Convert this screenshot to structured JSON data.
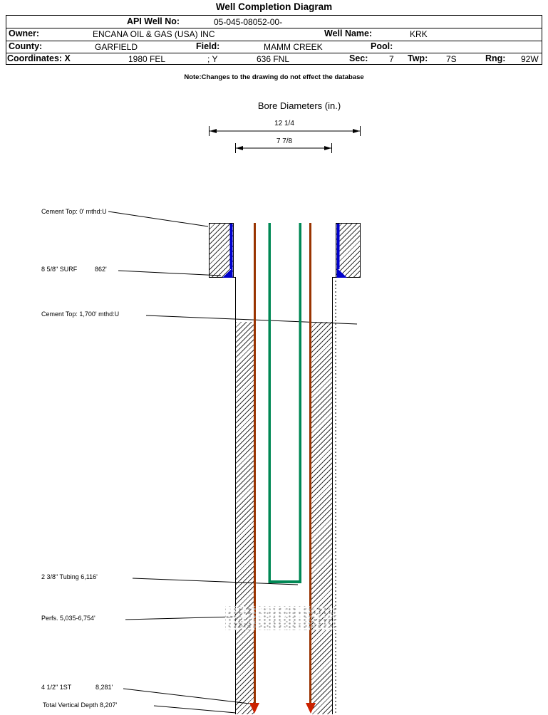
{
  "title": "Well Completion Diagram",
  "header": {
    "api_label": "API Well No:",
    "api_value": "05-045-08052-00-",
    "owner_label": "Owner:",
    "owner_value": "ENCANA OIL & GAS (USA) INC",
    "well_name_label": "Well Name:",
    "well_name_value": "KRK",
    "county_label": "County:",
    "county_value": "GARFIELD",
    "field_label": "Field:",
    "field_value": "MAMM CREEK",
    "pool_label": "Pool:",
    "pool_value": "",
    "coordinates_label": "Coordinates: X",
    "coord_x_value": "1980 FEL",
    "coord_y_label": "; Y",
    "coord_y_value": "636 FNL",
    "sec_label": "Sec:",
    "sec_value": "7",
    "twp_label": "Twp:",
    "twp_value": "7S",
    "rng_label": "Rng:",
    "rng_value": "92W",
    "note": "Note:Changes to the drawing do not effect the database"
  },
  "diagram": {
    "bore_diameters_title": "Bore Diameters (in.)",
    "dim_outer": "12 1/4",
    "dim_inner": "7 7/8",
    "labels": {
      "cement_top_surface": "Cement Top: 0' mthd:U",
      "surface_casing": "8 5/8\" SURF",
      "surface_casing_depth": "862'",
      "cement_top_production": "Cement Top: 1,700' mthd:U",
      "tubing": "2 3/8\" Tubing 6,116'",
      "perfs": "Perfs. 5,035-6,754'",
      "production_casing": "4 1/2\" 1ST",
      "production_casing_depth": "8,281'",
      "tvd": "Total Vertical Depth 8,207'"
    },
    "colors": {
      "production_casing": "#993300",
      "tubing": "#008855",
      "surface_casing": "#0000CC",
      "casing_shoe": "#CC2200"
    }
  }
}
